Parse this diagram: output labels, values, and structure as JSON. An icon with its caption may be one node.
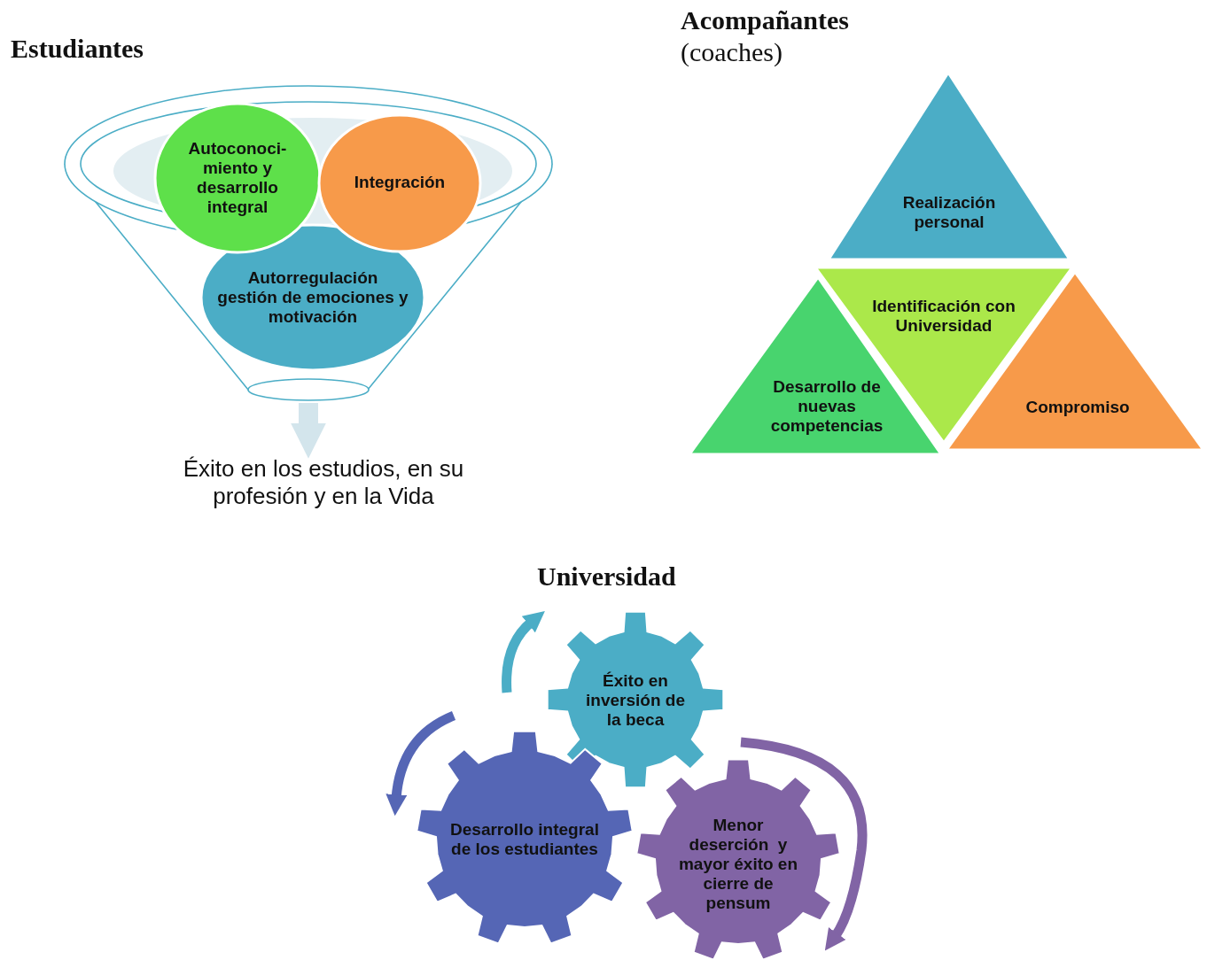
{
  "diagram": {
    "nodes": [
      {
        "text": [],
        "shape": "funnel"
      },
      {
        "text": [
          "Autoconoci- miento y desarrollo integral"
        ]
      },
      {
        "text": [
          "Integración"
        ]
      },
      {
        "text": [
          "Autorregulación gestión de emociones y motivación"
        ],
        "in": 0
      },
      {
        "text": [
          "Éxito en los estudios, en su profesión y en la Vida"
        ]
      },
      {
        "text": [
          "Realización personal"
        ]
      },
      {
        "text": [
          "Identificación con Universidad"
        ]
      },
      {
        "text": [
          "Desarrollo de nuevas competencias"
        ]
      },
      {
        "text": [
          "Compromiso"
        ]
      },
      {
        "text": [
          "Éxito en inversión de la beca"
        ]
      },
      {
        "text": [
          "Desarrollo integral de los estudiantes"
        ]
      },
      {
        "text": [
          "Menor deserción  y mayor éxito en cierre de pensum"
        ]
      }
    ],
    "edges": [
      {
        "from": 0,
        "to": 4,
        "arrow": "to",
        "color": "#d3e5ec"
      }
    ],
    "labels": [
      "Estudiantes",
      "Acompañantes",
      "(coaches)",
      "Universidad"
    ]
  }
}
